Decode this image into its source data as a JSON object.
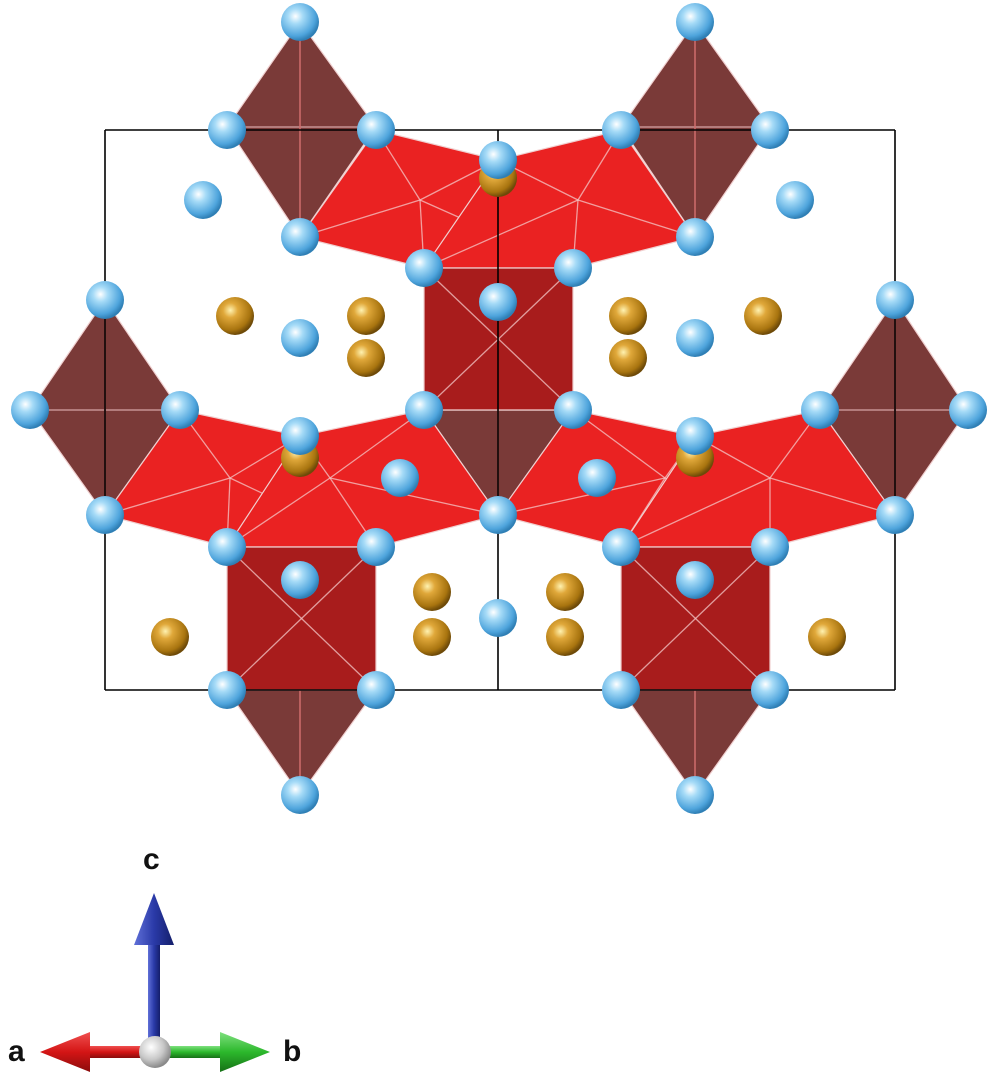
{
  "axes": {
    "a": "a",
    "b": "b",
    "c": "c"
  },
  "colors": {
    "octahedron_tilted": "#ea2222",
    "octahedron_upright": "#a81c1c",
    "octahedron_edge_on": "#7a3a38",
    "anion_atom": "#6cb8e6",
    "cation_atom": "#b5841c",
    "cell_edge": "#000000",
    "axis_a": "#d42020",
    "axis_b": "#2cb82c",
    "axis_c": "#2a3aa8"
  },
  "icons": [
    "crystal-structure-diagram",
    "axis-triad-icon"
  ]
}
